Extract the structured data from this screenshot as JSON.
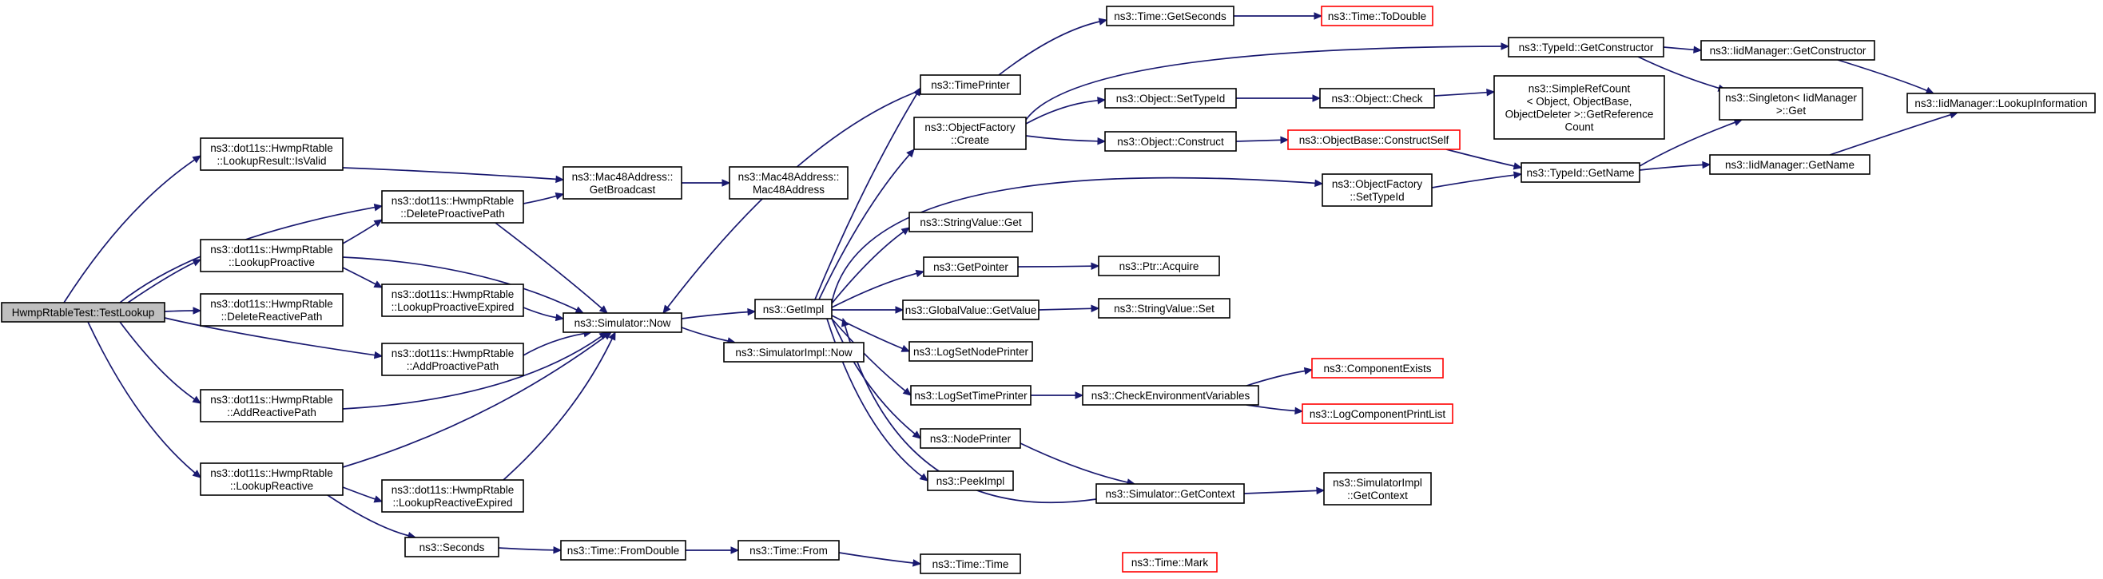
{
  "diagram": {
    "title": "",
    "colors": {
      "edge": "#191970",
      "root_fill": "#bfbfbf",
      "node_border": "#000000",
      "truncated_border": "#ff0000",
      "background": "#ffffff"
    },
    "nodes": [
      {
        "id": "root",
        "lines": [
          "HwmpRtableTest::TestLookup"
        ],
        "style": "root"
      },
      {
        "id": "isvalid",
        "lines": [
          "ns3::dot11s::HwmpRtable",
          "::LookupResult::IsValid"
        ]
      },
      {
        "id": "delproactive",
        "lines": [
          "ns3::dot11s::HwmpRtable",
          "::DeleteProactivePath"
        ]
      },
      {
        "id": "lookupproactive",
        "lines": [
          "ns3::dot11s::HwmpRtable",
          "::LookupProactive"
        ]
      },
      {
        "id": "delreactive",
        "lines": [
          "ns3::dot11s::HwmpRtable",
          "::DeleteReactivePath"
        ]
      },
      {
        "id": "lpexpired",
        "lines": [
          "ns3::dot11s::HwmpRtable",
          "::LookupProactiveExpired"
        ]
      },
      {
        "id": "addproactive",
        "lines": [
          "ns3::dot11s::HwmpRtable",
          "::AddProactivePath"
        ]
      },
      {
        "id": "addreactive",
        "lines": [
          "ns3::dot11s::HwmpRtable",
          "::AddReactivePath"
        ]
      },
      {
        "id": "lookupreactive",
        "lines": [
          "ns3::dot11s::HwmpRtable",
          "::LookupReactive"
        ]
      },
      {
        "id": "lrexpired",
        "lines": [
          "ns3::dot11s::HwmpRtable",
          "::LookupReactiveExpired"
        ]
      },
      {
        "id": "seconds",
        "lines": [
          "ns3::Seconds"
        ]
      },
      {
        "id": "getbroadcast",
        "lines": [
          "ns3::Mac48Address::",
          "GetBroadcast"
        ]
      },
      {
        "id": "mac48ctor",
        "lines": [
          "ns3::Mac48Address::",
          "Mac48Address"
        ]
      },
      {
        "id": "simnow",
        "lines": [
          "ns3::Simulator::Now"
        ]
      },
      {
        "id": "fromdouble",
        "lines": [
          "ns3::Time::FromDouble"
        ]
      },
      {
        "id": "timefrom",
        "lines": [
          "ns3::Time::From"
        ]
      },
      {
        "id": "getimpl",
        "lines": [
          "ns3::GetImpl"
        ]
      },
      {
        "id": "simimplnow",
        "lines": [
          "ns3::SimulatorImpl::Now"
        ]
      },
      {
        "id": "timeprinter",
        "lines": [
          "ns3::TimePrinter"
        ]
      },
      {
        "id": "ofcreate",
        "lines": [
          "ns3::ObjectFactory",
          "::Create"
        ]
      },
      {
        "id": "stringget",
        "lines": [
          "ns3::StringValue::Get"
        ]
      },
      {
        "id": "getpointer",
        "lines": [
          "ns3::GetPointer"
        ]
      },
      {
        "id": "gvgetvalue",
        "lines": [
          "ns3::GlobalValue::GetValue"
        ]
      },
      {
        "id": "logsetnode",
        "lines": [
          "ns3::LogSetNodePrinter"
        ]
      },
      {
        "id": "logsettime",
        "lines": [
          "ns3::LogSetTimePrinter"
        ]
      },
      {
        "id": "nodeprinter",
        "lines": [
          "ns3::NodePrinter"
        ]
      },
      {
        "id": "peekimpl",
        "lines": [
          "ns3::PeekImpl"
        ]
      },
      {
        "id": "timetime",
        "lines": [
          "ns3::Time::Time"
        ]
      },
      {
        "id": "getseconds",
        "lines": [
          "ns3::Time::GetSeconds"
        ]
      },
      {
        "id": "todouble",
        "lines": [
          "ns3::Time::ToDouble"
        ],
        "style": "red"
      },
      {
        "id": "objsettypeid",
        "lines": [
          "ns3::Object::SetTypeId"
        ]
      },
      {
        "id": "objconstruct",
        "lines": [
          "ns3::Object::Construct"
        ]
      },
      {
        "id": "ofsettypeid",
        "lines": [
          "ns3::ObjectFactory",
          "::SetTypeId"
        ]
      },
      {
        "id": "ptracquire",
        "lines": [
          "ns3::Ptr::Acquire"
        ]
      },
      {
        "id": "stringset",
        "lines": [
          "ns3::StringValue::Set"
        ]
      },
      {
        "id": "checkenv",
        "lines": [
          "ns3::CheckEnvironmentVariables"
        ]
      },
      {
        "id": "simgetcontext",
        "lines": [
          "ns3::Simulator::GetContext"
        ]
      },
      {
        "id": "timemark",
        "lines": [
          "ns3::Time::Mark"
        ],
        "style": "red"
      },
      {
        "id": "objcheck",
        "lines": [
          "ns3::Object::Check"
        ]
      },
      {
        "id": "constructself",
        "lines": [
          "ns3::ObjectBase::ConstructSelf"
        ],
        "style": "red"
      },
      {
        "id": "compexists",
        "lines": [
          "ns3::ComponentExists"
        ],
        "style": "red"
      },
      {
        "id": "logcompprint",
        "lines": [
          "ns3::LogComponentPrintList"
        ],
        "style": "red"
      },
      {
        "id": "simimplgetctx",
        "lines": [
          "ns3::SimulatorImpl",
          "::GetContext"
        ]
      },
      {
        "id": "tidgetconstructor",
        "lines": [
          "ns3::TypeId::GetConstructor"
        ]
      },
      {
        "id": "simplerefcount",
        "lines": [
          "ns3::SimpleRefCount",
          "< Object, ObjectBase,",
          " ObjectDeleter >::GetReference",
          "Count"
        ]
      },
      {
        "id": "tidgetname",
        "lines": [
          "ns3::TypeId::GetName"
        ]
      },
      {
        "id": "iidgetconstructor",
        "lines": [
          "ns3::IidManager::GetConstructor"
        ]
      },
      {
        "id": "singletonget",
        "lines": [
          "ns3::Singleton< IidManager",
          " >::Get"
        ]
      },
      {
        "id": "iidgetname",
        "lines": [
          "ns3::IidManager::GetName"
        ]
      },
      {
        "id": "iidlookupinfo",
        "lines": [
          "ns3::IidManager::LookupInformation"
        ]
      }
    ]
  }
}
